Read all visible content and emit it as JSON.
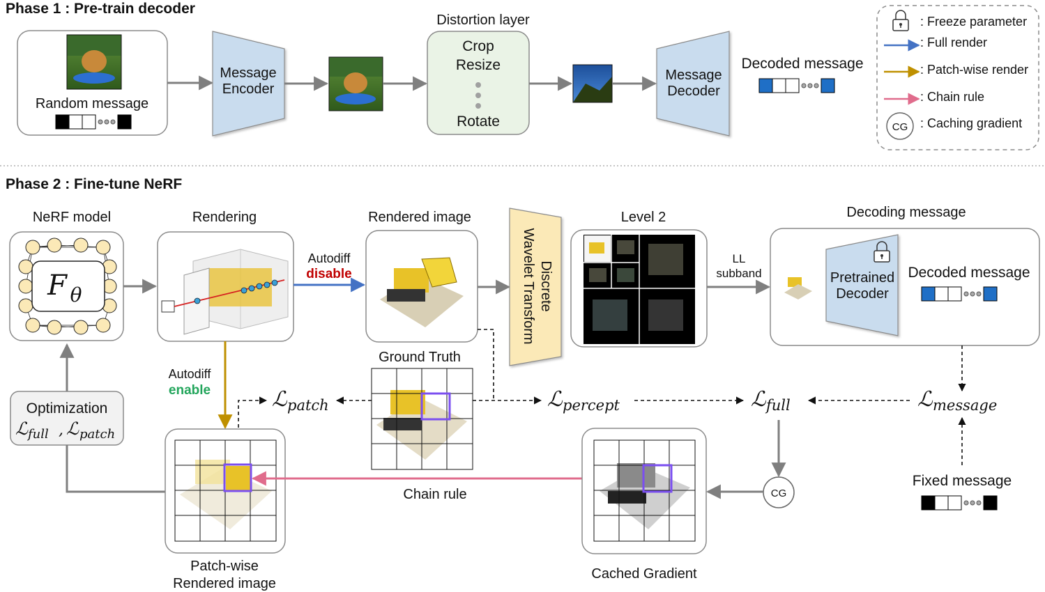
{
  "phase1": {
    "title": "Phase 1 : Pre-train decoder",
    "random_message_label": "Random message",
    "encoder_label": [
      "Message",
      "Encoder"
    ],
    "distortion_title": "Distortion layer",
    "distortion_ops": [
      "Crop",
      "Resize",
      "Rotate"
    ],
    "decoder_label": [
      "Message",
      "Decoder"
    ],
    "decoded_message_label": "Decoded message"
  },
  "legend": {
    "freeze": ": Freeze parameter",
    "full_render": ": Full render",
    "patch_render": ": Patch-wise render",
    "chain_rule": ": Chain rule",
    "caching": ": Caching gradient",
    "cg": "CG"
  },
  "phase2": {
    "title": "Phase 2 : Fine-tune NeRF",
    "nerf_model": "NeRF model",
    "f_theta_main": "F",
    "f_theta_sub": "θ",
    "rendering": "Rendering",
    "autodiff_disable": [
      "Autodiff",
      "disable"
    ],
    "rendered_image": "Rendered image",
    "dwt": [
      "Discrete",
      "Wavelet Transform"
    ],
    "level2": "Level 2",
    "ll_subband": [
      "LL",
      "subband"
    ],
    "decoding_message": "Decoding message",
    "pretrained_decoder": [
      "Pretrained",
      "Decoder"
    ],
    "decoded_message": "Decoded message",
    "autodiff_enable": [
      "Autodiff",
      "enable"
    ],
    "ground_truth": "Ground Truth",
    "optimization": "Optimization",
    "loss_full": "full",
    "loss_patch": "patch",
    "loss_percept": "percept",
    "loss_message": "message",
    "loss_script_l": "ℒ",
    "fixed_message": "Fixed message",
    "chain_rule": "Chain rule",
    "cg": "CG",
    "patch_rendered": [
      "Patch-wise",
      "Rendered image"
    ],
    "cached_gradient": "Cached Gradient"
  },
  "colors": {
    "full_render": "#4472c4",
    "patch_render": "#bf9000",
    "chain_rule": "#e06c8c",
    "disable": "#c00000",
    "enable": "#22a55b",
    "block_fill": "#c9dcee",
    "distortion_fill": "#eaf3e6",
    "dwt_fill": "#fbe9b7",
    "highlight_patch": "#7b4ff0",
    "message_blue": "#1f6fc6"
  }
}
